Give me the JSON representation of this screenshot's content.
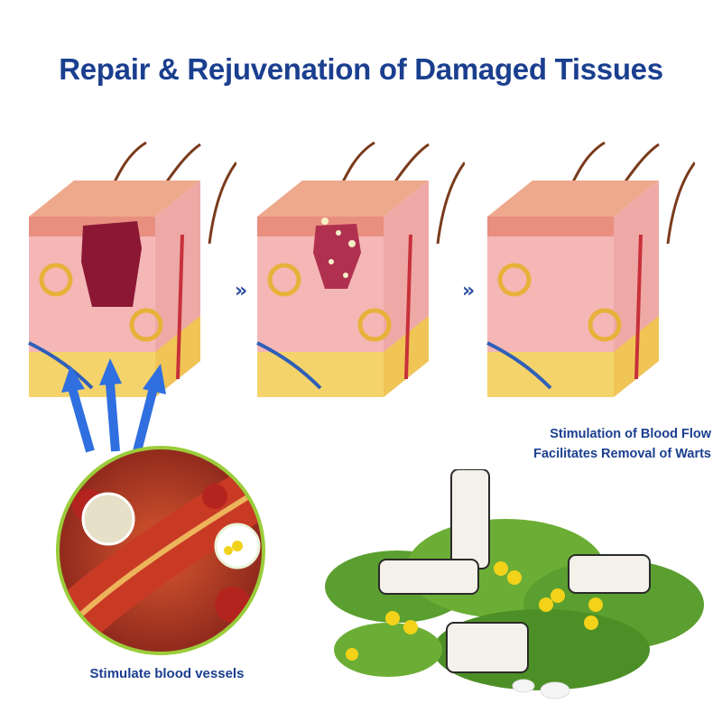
{
  "title": "Repair & Rejuvenation of Damaged Tissues",
  "caption_right": {
    "line1": "Stimulation of Blood Flow",
    "line2": "Facilitates Removal of Warts"
  },
  "caption_left": "Stimulate blood vessels",
  "stages": [
    {
      "state": "wart"
    },
    {
      "state": "healing"
    },
    {
      "state": "healthy"
    }
  ],
  "separator_symbol": "»",
  "colors": {
    "title_text": "#1b3f8f",
    "skin_top": "#e9967a",
    "dermis": "#f4b7b6",
    "fat": "#f5d36b",
    "wart": "#8c1735",
    "arrow_blue": "#2f6fe0",
    "circle_border": "#9bcc3a"
  }
}
